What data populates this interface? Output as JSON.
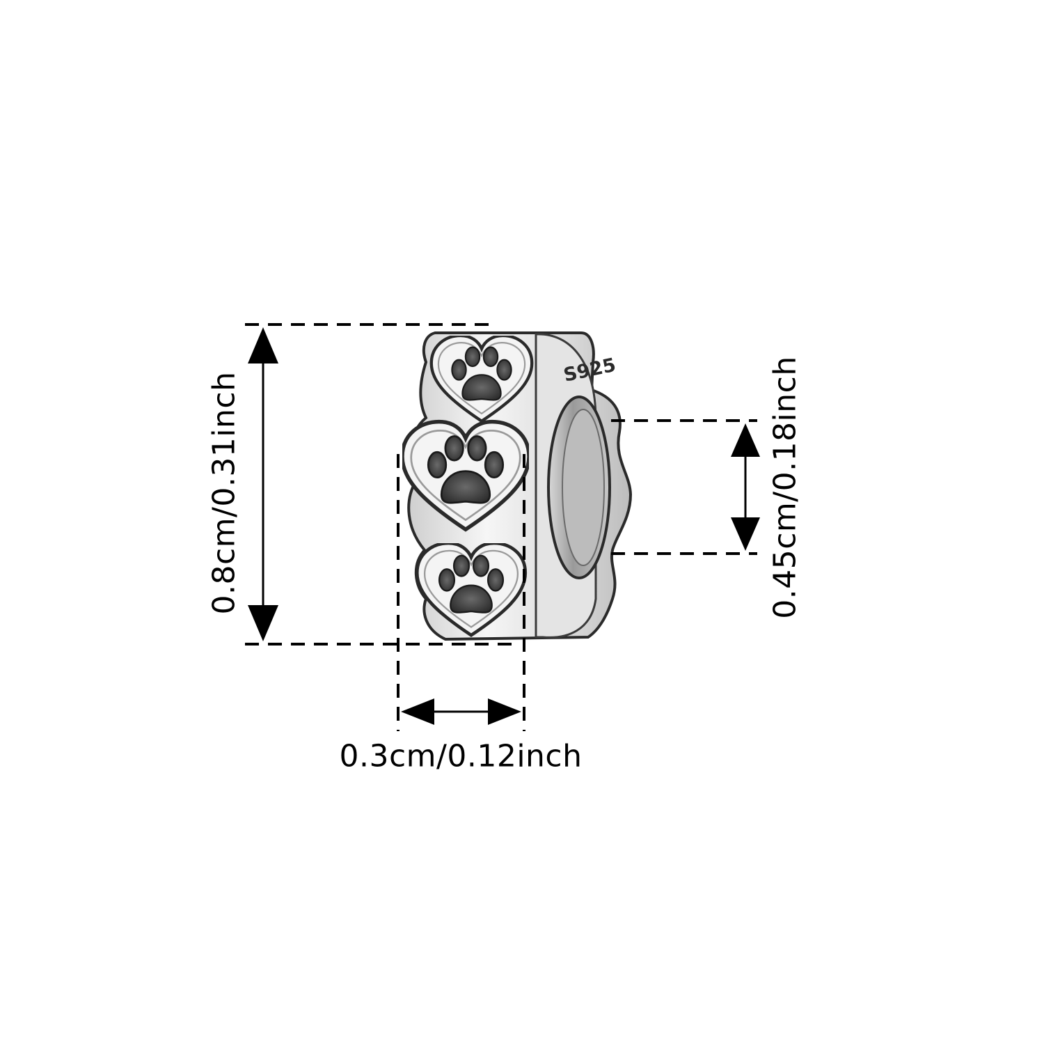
{
  "dimensions": {
    "height_total": "0.8cm/0.31inch",
    "hole_diameter": "0.45cm/0.18inch",
    "width": "0.3cm/0.12inch"
  },
  "product": {
    "hallmark": "S925",
    "motif_icon": "paw-heart-icon"
  },
  "colors": {
    "background": "#ffffff",
    "line": "#000000",
    "silver": "#e9e9e9",
    "oxidized": "#3a3a3a"
  }
}
